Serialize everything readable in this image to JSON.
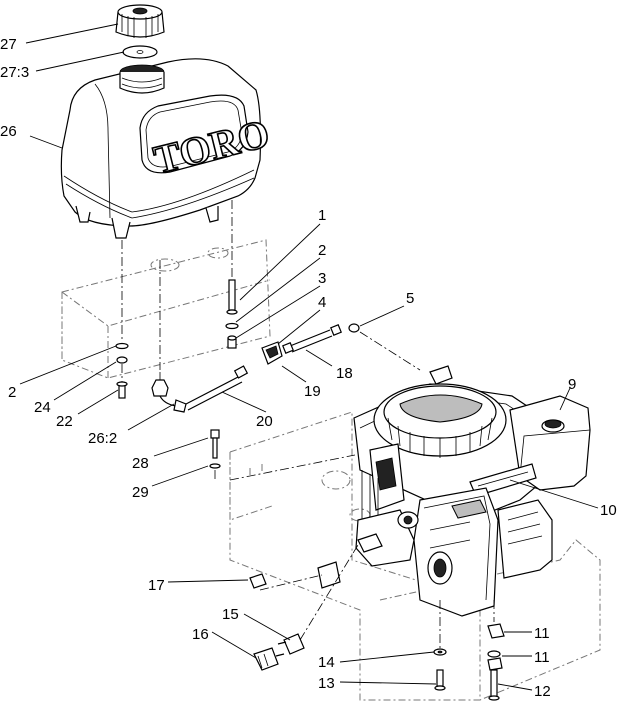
{
  "diagram": {
    "logo_text": "TORO",
    "callouts": {
      "c27": "27",
      "c27_3": "27:3",
      "c26": "26",
      "c1": "1",
      "c2a": "2",
      "c3": "3",
      "c4": "4",
      "c5": "5",
      "c2b": "2",
      "c24": "24",
      "c22": "22",
      "c26_2": "26:2",
      "c20": "20",
      "c19": "19",
      "c18": "18",
      "c9": "9",
      "c10": "10",
      "c28": "28",
      "c29": "29",
      "c17": "17",
      "c15": "15",
      "c16": "16",
      "c14": "14",
      "c13": "13",
      "c11a": "11",
      "c11b": "11",
      "c12": "12"
    }
  }
}
